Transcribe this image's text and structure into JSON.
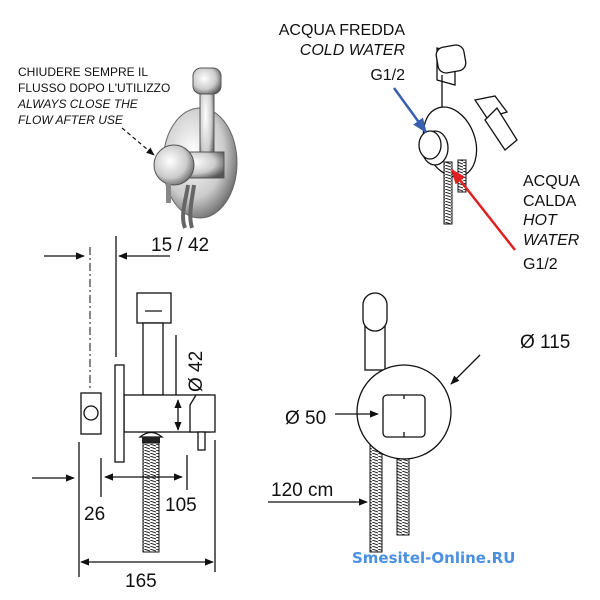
{
  "note": {
    "line1": "CHIUDERE SEMPRE IL",
    "line2": "FLUSSO DOPO L'UTILIZZO",
    "line3": "ALWAYS CLOSE THE",
    "line4": "FLOW AFTER  USE"
  },
  "cold": {
    "it": "ACQUA FREDDA",
    "en": "COLD WATER",
    "thread": "G1/2",
    "color": "#3a5fb0"
  },
  "hot": {
    "it1": "ACQUA",
    "it2": "CALDA",
    "en1": "HOT",
    "en2": "WATER",
    "thread": "G1/2",
    "color": "#e02020"
  },
  "dimensions": {
    "wall_depth": "15 / 42",
    "body_diameter": "Ø 42",
    "offset": "26",
    "body_length": "105",
    "total_length": "165",
    "plate_diameter": "Ø 115",
    "inner_diameter": "Ø 50",
    "hose_length": "120 cm"
  },
  "watermark": {
    "text": "Smesitel-Online.RU",
    "color": "#4a8fe0"
  }
}
